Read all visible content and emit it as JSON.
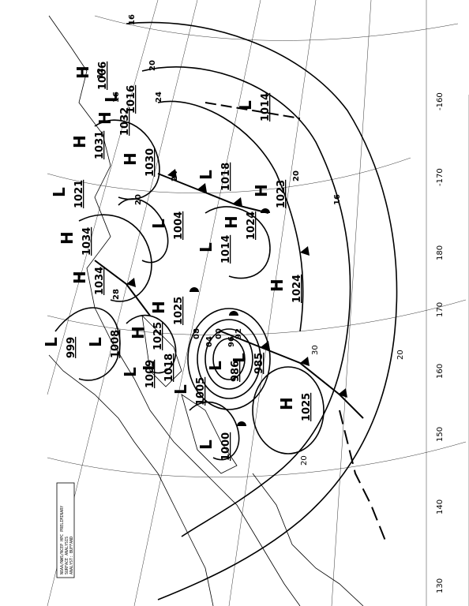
{
  "grid_labels": {
    "lon_130": "130",
    "lon_140": "140",
    "lon_150": "150",
    "lon_160": "160",
    "lon_170": "170",
    "lon_180": "180",
    "lon_170b": "-170",
    "lon_160b": "-160",
    "lat_20": "20",
    "lat_30": "30",
    "lat_20b": "20"
  },
  "pressure_systems": [
    {
      "type": "H",
      "value": "1006"
    },
    {
      "type": "H",
      "value": "1031"
    },
    {
      "type": "H",
      "value": "1032"
    },
    {
      "type": "H",
      "value": "1030"
    },
    {
      "type": "L",
      "value": "1016"
    },
    {
      "type": "L",
      "value": "1014"
    },
    {
      "type": "L",
      "value": "1018"
    },
    {
      "type": "H",
      "value": "1023"
    },
    {
      "type": "H",
      "value": "1024"
    },
    {
      "type": "L",
      "value": "1014"
    },
    {
      "type": "H",
      "value": "1024"
    },
    {
      "type": "L",
      "value": "1004"
    },
    {
      "type": "L",
      "value": "1021"
    },
    {
      "type": "H",
      "value": "1034"
    },
    {
      "type": "H",
      "value": "1034"
    },
    {
      "type": "L",
      "value": "999"
    },
    {
      "type": "L",
      "value": "1008"
    },
    {
      "type": "L",
      "value": "1009"
    },
    {
      "type": "H",
      "value": "1025"
    },
    {
      "type": "H",
      "value": "1025"
    },
    {
      "type": "L",
      "value": "1018"
    },
    {
      "type": "L",
      "value": "1005"
    },
    {
      "type": "L",
      "value": "986"
    },
    {
      "type": "L",
      "value": "985"
    },
    {
      "type": "H",
      "value": "1025"
    },
    {
      "type": "L",
      "value": "1000"
    }
  ],
  "isobar_labels": [
    "16",
    "20",
    "24",
    "20",
    "16",
    "12",
    "08",
    "04",
    "00",
    "96",
    "92",
    "28",
    "24",
    "20",
    "16"
  ],
  "legend": {
    "line1": "NOAA/NWS/NCEP HPC PRELIMINARY",
    "line2": "SURFACE ANALYSIS",
    "line3": "ANALYST: BUFFAND"
  }
}
